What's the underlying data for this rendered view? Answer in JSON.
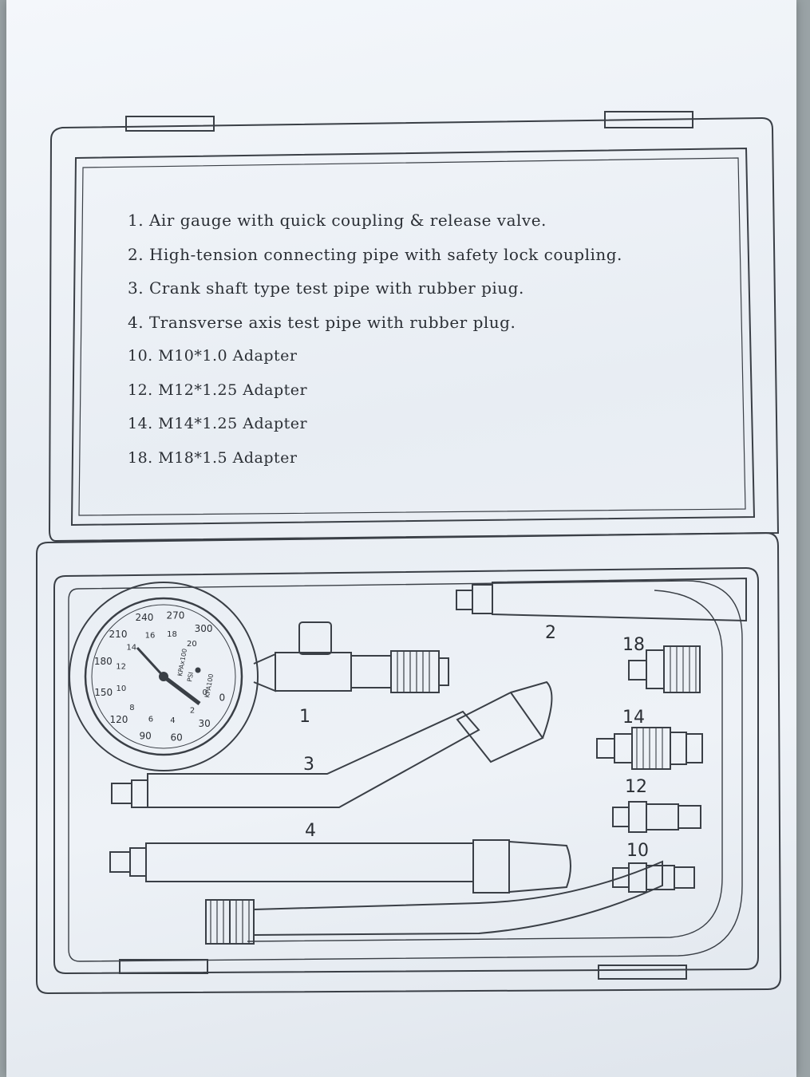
{
  "parts_list": [
    {
      "text": "1. Air gauge with quick coupling & release valve."
    },
    {
      "text": "2. High-tension connecting pipe with safety lock coupling."
    },
    {
      "text": "3. Crank shaft type test pipe with rubber piug."
    },
    {
      "text": "4. Transverse axis test pipe with rubber plug."
    },
    {
      "text": "10. M10*1.0 Adapter"
    },
    {
      "text": "12. M12*1.25 Adapter"
    },
    {
      "text": "14. M14*1.25 Adapter"
    },
    {
      "text": "18. M18*1.5 Adapter"
    }
  ],
  "callouts": {
    "gauge": "1",
    "hose": "2",
    "crank_pipe": "3",
    "transverse_pipe": "4",
    "adapter_18": "18",
    "adapter_14": "14",
    "adapter_12": "12",
    "adapter_10": "10"
  },
  "gauge": {
    "outer_scale": [
      "0",
      "30",
      "60",
      "90",
      "120",
      "150",
      "180",
      "210",
      "240",
      "270",
      "300"
    ],
    "inner_scale": [
      "0",
      "2",
      "4",
      "6",
      "8",
      "10",
      "12",
      "14",
      "16",
      "18",
      "20"
    ],
    "unit_kpa": "KPAx100",
    "unit_psi": "PSI",
    "unit_kpa2": "KPA100"
  },
  "colors": {
    "line": "#3a3f46",
    "text": "#2b2f35"
  }
}
